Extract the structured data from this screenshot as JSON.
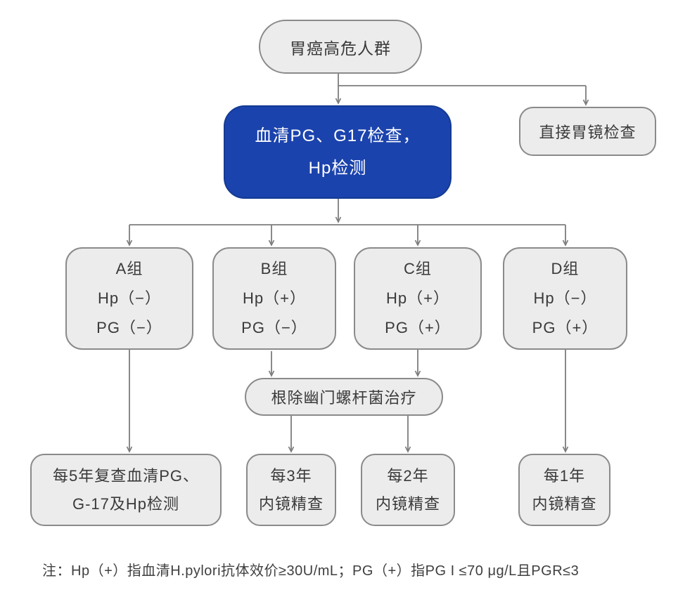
{
  "nodes": {
    "start": {
      "label": "胃癌高危人群"
    },
    "serum_test": {
      "line1": "血清PG、G17检查，",
      "line2": "Hp检测"
    },
    "direct_gastroscopy": {
      "label": "直接胃镜检查"
    },
    "group_a": {
      "name": "A组",
      "hp": "Hp（−）",
      "pg": "PG（−）"
    },
    "group_b": {
      "name": "B组",
      "hp": "Hp（+）",
      "pg": "PG（−）"
    },
    "group_c": {
      "name": "C组",
      "hp": "Hp（+）",
      "pg": "PG（+）"
    },
    "group_d": {
      "name": "D组",
      "hp": "Hp（−）",
      "pg": "PG（+）"
    },
    "eradication": {
      "label": "根除幽门螺杆菌治疗"
    },
    "followup_a": {
      "line1": "每5年复查血清PG、",
      "line2": "G-17及Hp检测"
    },
    "followup_b": {
      "line1": "每3年",
      "line2": "内镜精查"
    },
    "followup_c": {
      "line1": "每2年",
      "line2": "内镜精查"
    },
    "followup_d": {
      "line1": "每1年",
      "line2": "内镜精查"
    }
  },
  "footnote": "注：Hp（+）指血清H.pylori抗体效价≥30U/mL；PG（+）指PG I ≤70 μg/L且PGR≤3",
  "colors": {
    "highlight_fill": "#1b43ad",
    "highlight_border": "#143a94",
    "node_fill": "#ececec",
    "node_border": "#8a8a8a",
    "connector": "#7d7d7d",
    "text_dark": "#3a3a3a",
    "text_light": "#ffffff"
  }
}
